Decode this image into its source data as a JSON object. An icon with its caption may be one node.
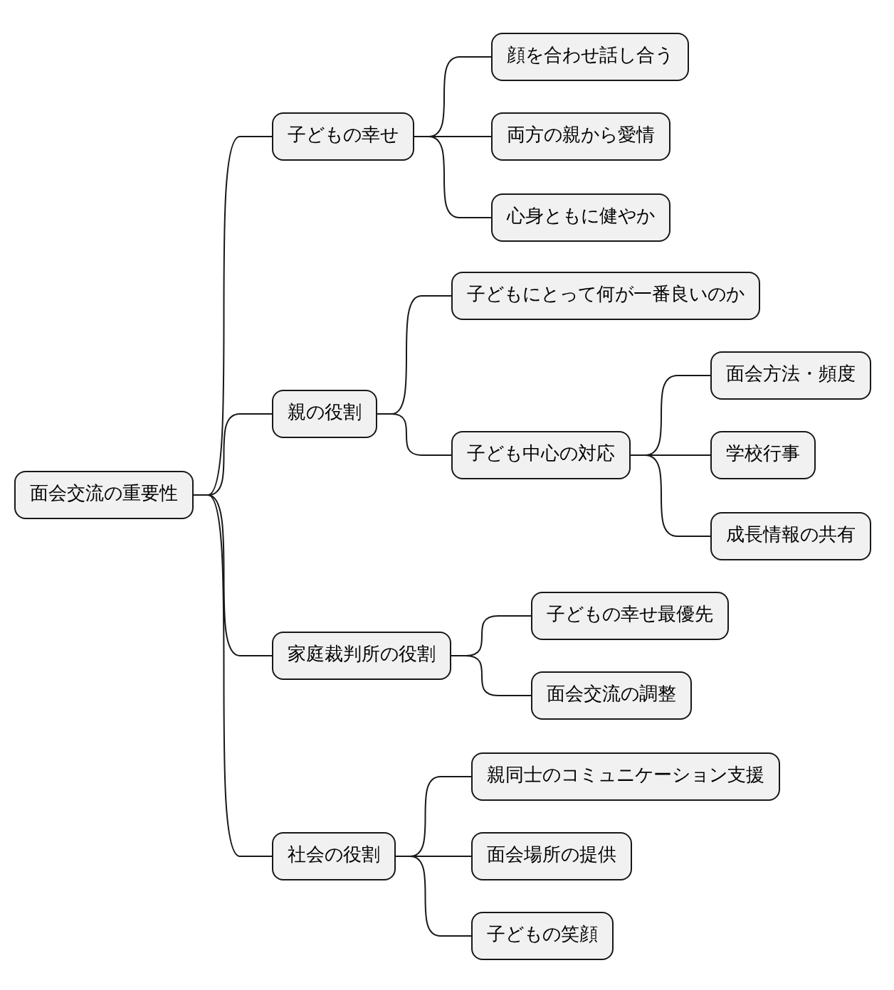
{
  "diagram": {
    "nodes": [
      {
        "text": [
          "面会交流の重要性"
        ]
      },
      {
        "text": [
          "子どもの幸せ"
        ]
      },
      {
        "text": [
          "顔を合わせ話し合う"
        ]
      },
      {
        "text": [
          "両方の親から愛情"
        ]
      },
      {
        "text": [
          "心身ともに健やか"
        ]
      },
      {
        "text": [
          "親の役割"
        ]
      },
      {
        "text": [
          "子どもにとって何が一番良いのか"
        ]
      },
      {
        "text": [
          "子ども中心の対応"
        ]
      },
      {
        "text": [
          "面会方法・頻度"
        ]
      },
      {
        "text": [
          "学校行事"
        ]
      },
      {
        "text": [
          "成長情報の共有"
        ]
      },
      {
        "text": [
          "家庭裁判所の役割"
        ]
      },
      {
        "text": [
          "子どもの幸せ最優先"
        ]
      },
      {
        "text": [
          "面会交流の調整"
        ]
      },
      {
        "text": [
          "社会の役割"
        ]
      },
      {
        "text": [
          "親同士のコミュニケーション支援"
        ]
      },
      {
        "text": [
          "面会場所の提供"
        ]
      },
      {
        "text": [
          "子どもの笑顔"
        ]
      }
    ],
    "edges": [
      {
        "from": 0,
        "to": 1,
        "arrow": "none"
      },
      {
        "from": 1,
        "to": 2,
        "arrow": "none"
      },
      {
        "from": 1,
        "to": 3,
        "arrow": "none"
      },
      {
        "from": 1,
        "to": 4,
        "arrow": "none"
      },
      {
        "from": 0,
        "to": 5,
        "arrow": "none"
      },
      {
        "from": 5,
        "to": 6,
        "arrow": "none"
      },
      {
        "from": 5,
        "to": 7,
        "arrow": "none"
      },
      {
        "from": 7,
        "to": 8,
        "arrow": "none"
      },
      {
        "from": 7,
        "to": 9,
        "arrow": "none"
      },
      {
        "from": 7,
        "to": 10,
        "arrow": "none"
      },
      {
        "from": 0,
        "to": 11,
        "arrow": "none"
      },
      {
        "from": 11,
        "to": 12,
        "arrow": "none"
      },
      {
        "from": 11,
        "to": 13,
        "arrow": "none"
      },
      {
        "from": 0,
        "to": 14,
        "arrow": "none"
      },
      {
        "from": 14,
        "to": 15,
        "arrow": "none"
      },
      {
        "from": 14,
        "to": 16,
        "arrow": "none"
      },
      {
        "from": 14,
        "to": 17,
        "arrow": "none"
      }
    ]
  }
}
